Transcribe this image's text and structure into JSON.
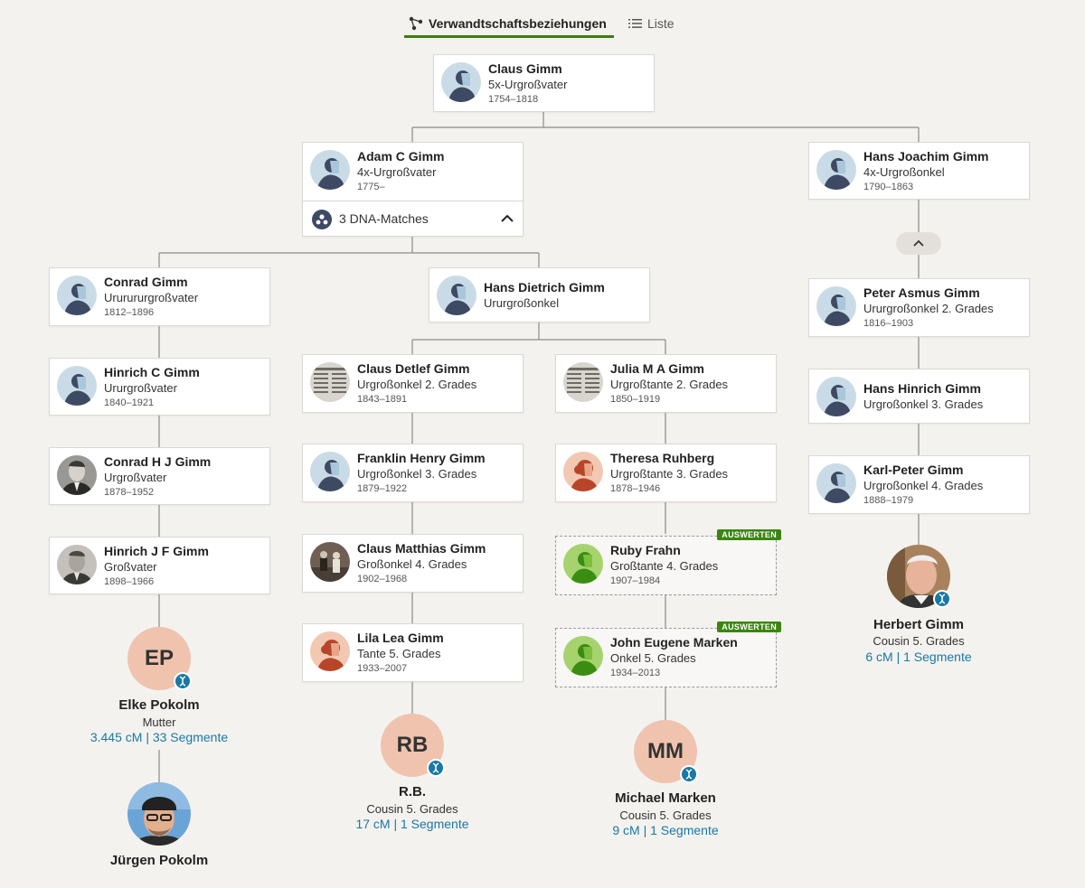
{
  "tabs": {
    "relationships_label": "Verwandtschaftsbeziehungen",
    "list_label": "Liste"
  },
  "colors": {
    "accent": "#3b7d12",
    "link": "#1a78a4",
    "match_circle": "#efc3ae",
    "badge": "#3b8510"
  },
  "people": {
    "claus": {
      "name": "Claus Gimm",
      "rel": "5x-Urgroßvater",
      "years": "1754–1818",
      "avatar": "male-silhouette"
    },
    "adam": {
      "name": "Adam C Gimm",
      "rel": "4x-Urgroßvater",
      "years": "1775–",
      "avatar": "male-silhouette"
    },
    "hans_joachim": {
      "name": "Hans Joachim Gimm",
      "rel": "4x-Urgroßonkel",
      "years": "1790–1863",
      "avatar": "male-silhouette"
    },
    "conrad": {
      "name": "Conrad Gimm",
      "rel": "Ururururgroßvater",
      "years": "1812–1896",
      "avatar": "male-silhouette"
    },
    "hans_dietrich": {
      "name": "Hans Dietrich Gimm",
      "rel": "Ururgroßonkel",
      "years": "",
      "avatar": "male-silhouette"
    },
    "peter_asmus": {
      "name": "Peter Asmus Gimm",
      "rel": "Ururgroßonkel 2. Grades",
      "years": "1816–1903",
      "avatar": "male-silhouette"
    },
    "hinrich_c": {
      "name": "Hinrich C Gimm",
      "rel": "Ururgroßvater",
      "years": "1840–1921",
      "avatar": "male-silhouette"
    },
    "claus_detlef": {
      "name": "Claus Detlef Gimm",
      "rel": "Urgroßonkel 2. Grades",
      "years": "1843–1891",
      "avatar": "newspaper-photo"
    },
    "julia": {
      "name": "Julia M A Gimm",
      "rel": "Urgroßtante 2. Grades",
      "years": "1850–1919",
      "avatar": "newspaper-photo"
    },
    "hans_hinrich": {
      "name": "Hans Hinrich Gimm",
      "rel": "Urgroßonkel 3. Grades",
      "years": "",
      "avatar": "male-silhouette"
    },
    "conrad_hj": {
      "name": "Conrad H J Gimm",
      "rel": "Urgroßvater",
      "years": "1878–1952",
      "avatar": "portrait-photo"
    },
    "franklin": {
      "name": "Franklin Henry Gimm",
      "rel": "Urgroßonkel 3. Grades",
      "years": "1879–1922",
      "avatar": "male-silhouette"
    },
    "theresa": {
      "name": "Theresa Ruhberg",
      "rel": "Urgroßtante 3. Grades",
      "years": "1878–1946",
      "avatar": "female-silhouette"
    },
    "karl_peter": {
      "name": "Karl-Peter Gimm",
      "rel": "Urgroßonkel 4. Grades",
      "years": "1888–1979",
      "avatar": "male-silhouette"
    },
    "hinrich_jf": {
      "name": "Hinrich J F Gimm",
      "rel": "Großvater",
      "years": "1898–1966",
      "avatar": "portrait-photo"
    },
    "claus_matthias": {
      "name": "Claus Matthias Gimm",
      "rel": "Großonkel 4. Grades",
      "years": "1902–1968",
      "avatar": "group-photo"
    },
    "ruby": {
      "name": "Ruby Frahn",
      "rel": "Großtante 4. Grades",
      "years": "1907–1984",
      "avatar": "green-silhouette",
      "badge": "AUSWERTEN"
    },
    "lila": {
      "name": "Lila Lea Gimm",
      "rel": "Tante 5. Grades",
      "years": "1933–2007",
      "avatar": "female-silhouette"
    },
    "john": {
      "name": "John Eugene Marken",
      "rel": "Onkel 5. Grades",
      "years": "1934–2013",
      "avatar": "green-silhouette",
      "badge": "AUSWERTEN"
    }
  },
  "dna_matches_row": {
    "label": "3 DNA-Matches"
  },
  "matches": {
    "elke": {
      "initials": "EP",
      "name": "Elke Pokolm",
      "rel": "Mutter",
      "cm": "3.445 cM | 33 Segmente"
    },
    "jurgen": {
      "name": "Jürgen Pokolm"
    },
    "rb": {
      "initials": "RB",
      "name": "R.B.",
      "rel": "Cousin 5. Grades",
      "cm": "17 cM | 1 Segmente"
    },
    "michael": {
      "initials": "MM",
      "name": "Michael Marken",
      "rel": "Cousin 5. Grades",
      "cm": "9 cM | 1 Segmente"
    },
    "herbert": {
      "name": "Herbert Gimm",
      "rel": "Cousin 5. Grades",
      "cm": "6 cM | 1 Segmente"
    }
  }
}
